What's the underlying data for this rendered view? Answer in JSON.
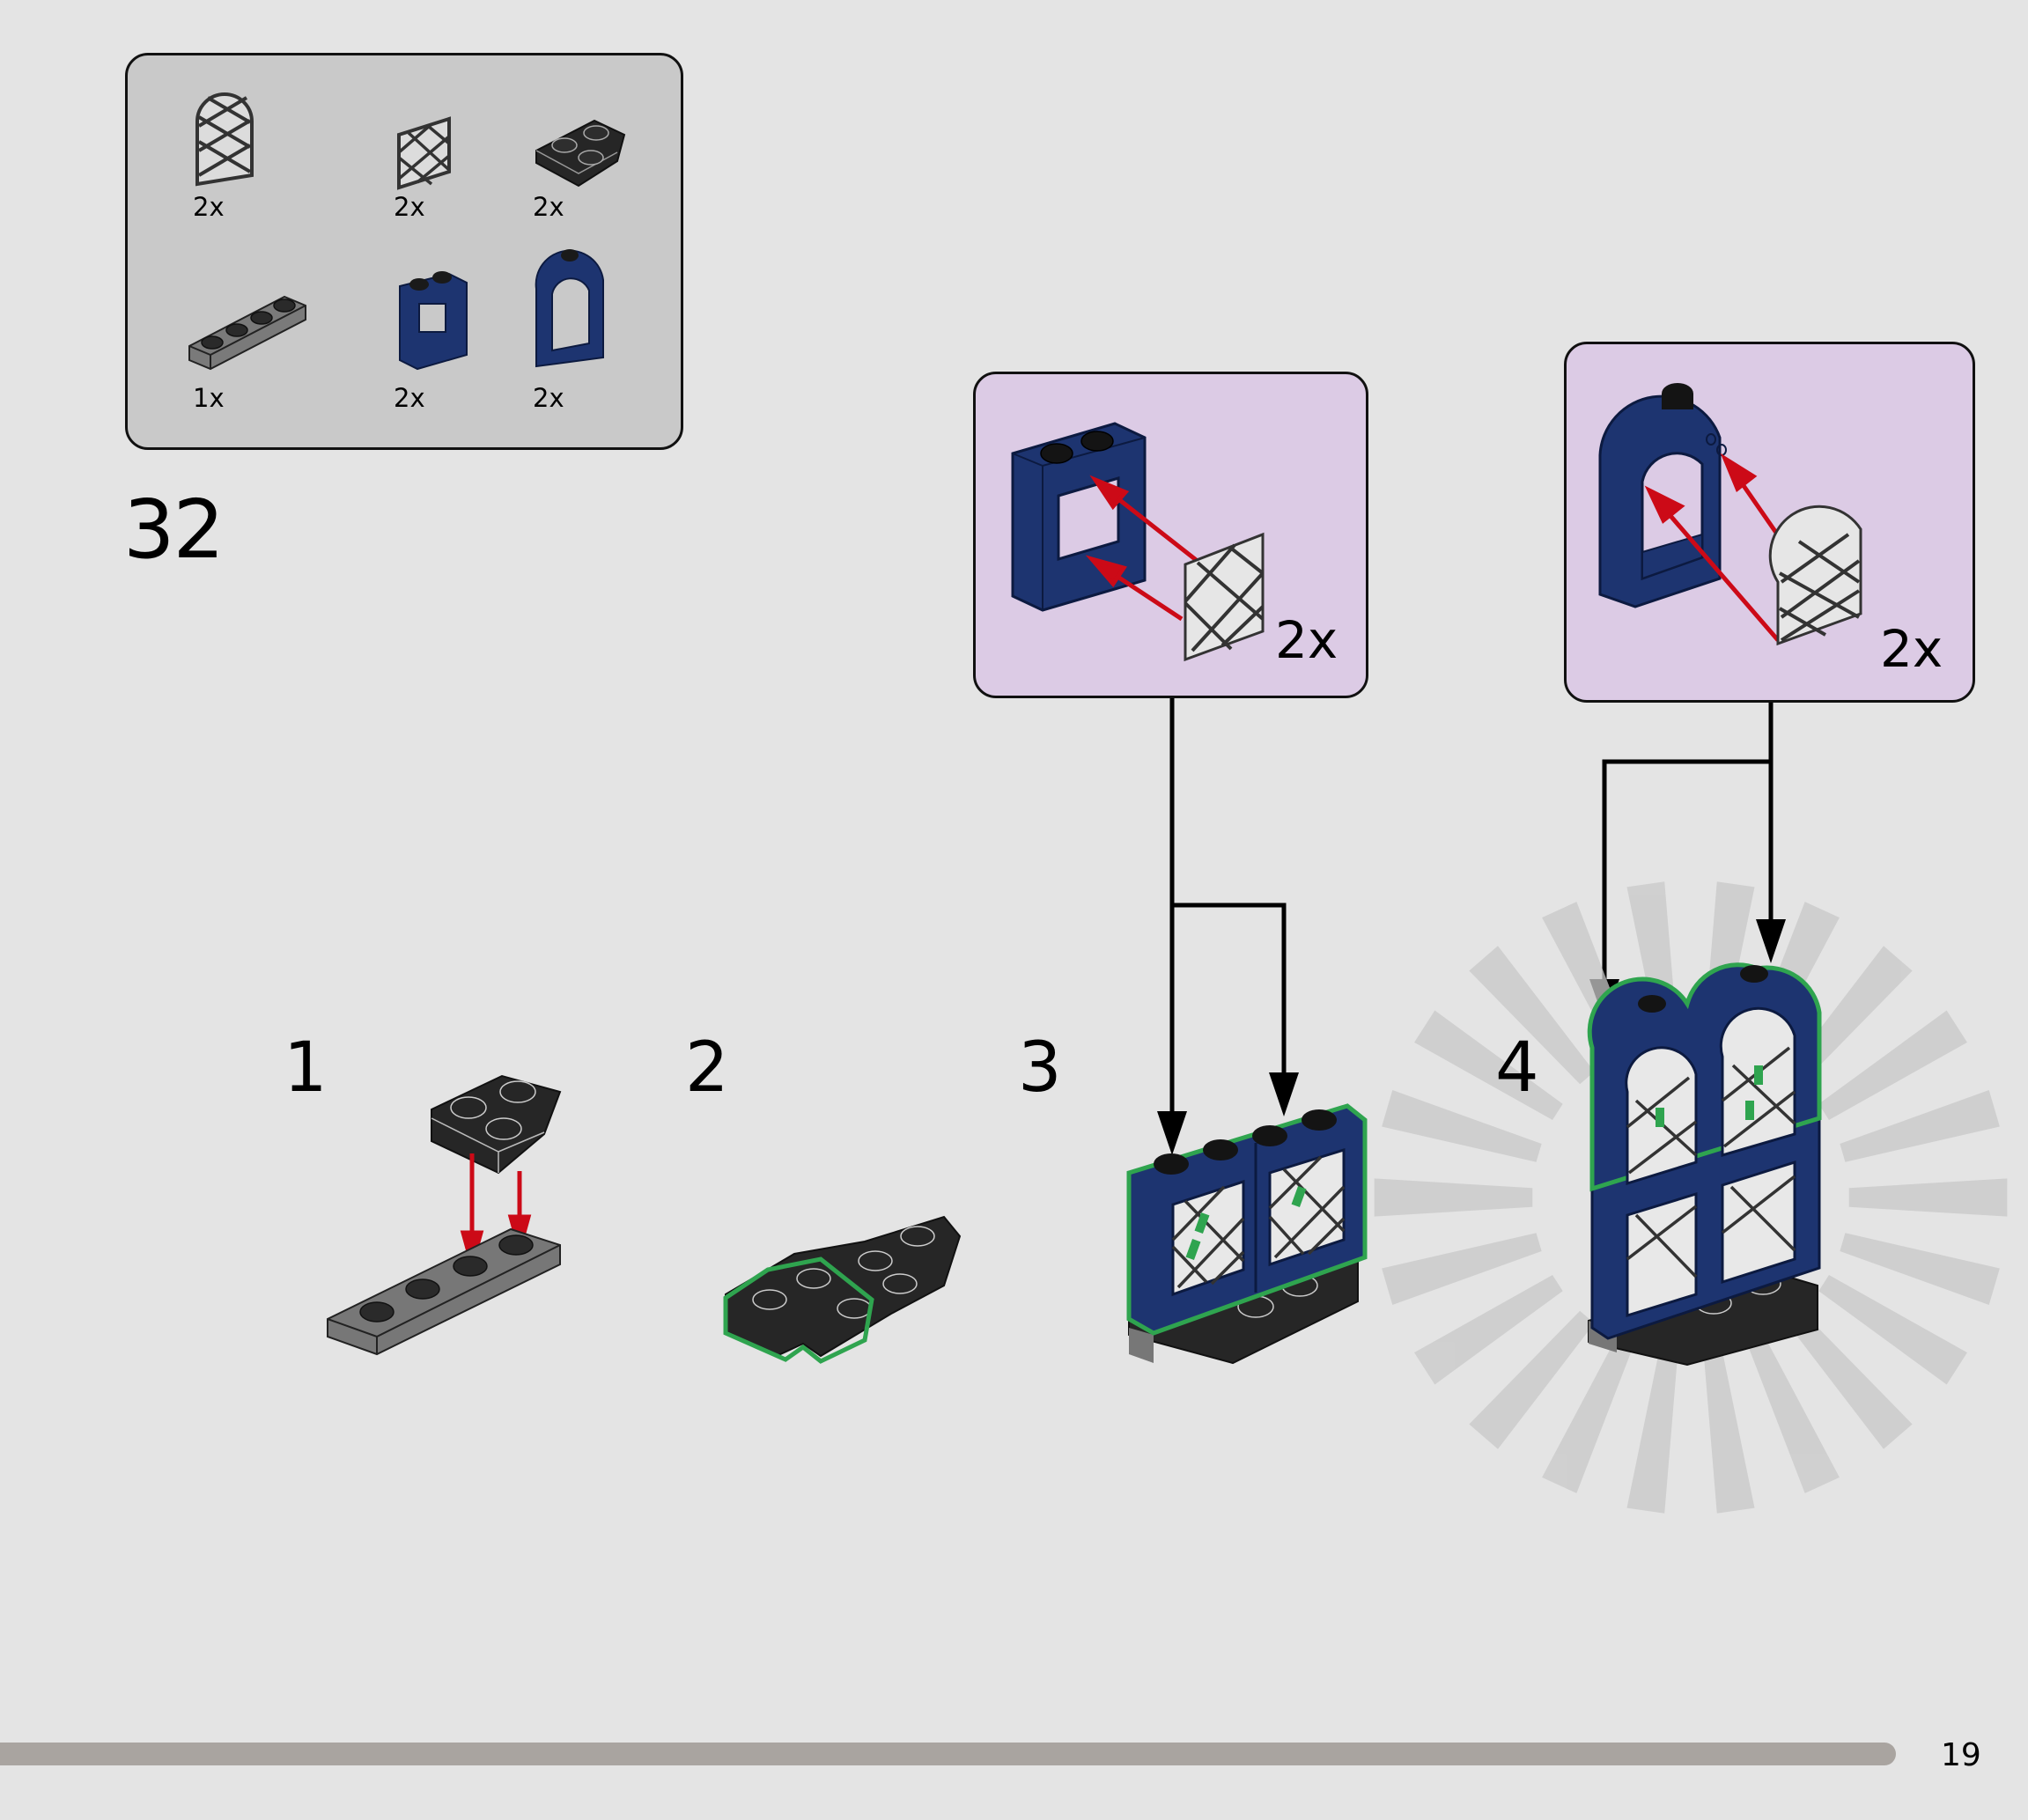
{
  "page": {
    "step_number": "32",
    "page_number": "19",
    "progress_fraction": 0.935
  },
  "parts_list": {
    "items": [
      {
        "name": "arched window lattice (trans-clear)",
        "icon": "arched-lattice-icon",
        "qty": "2x"
      },
      {
        "name": "square window lattice 1x2x2",
        "icon": "square-lattice-icon",
        "qty": "2x"
      },
      {
        "name": "wedge plate 2x2 (black)",
        "icon": "wedge-plate-icon",
        "qty": "2x"
      },
      {
        "name": "plate 1x4 (dark gray)",
        "icon": "plate-1x4-icon",
        "qty": "1x"
      },
      {
        "name": "window frame 1x2x2 (dark blue)",
        "icon": "window-frame-icon",
        "qty": "2x"
      },
      {
        "name": "arched window frame 1x2x2 2/3 (dark blue)",
        "icon": "arched-frame-icon",
        "qty": "2x"
      }
    ]
  },
  "sub_assemblies": [
    {
      "label": "lattice into window frame",
      "qty": "2x"
    },
    {
      "label": "arched lattice into arched frame",
      "qty": "2x"
    }
  ],
  "sub_steps": [
    {
      "number": "1",
      "description": "Attach wedge plate onto 1x4 plate"
    },
    {
      "number": "2",
      "description": "Add second wedge plate"
    },
    {
      "number": "3",
      "description": "Attach two window frame sub-assemblies"
    },
    {
      "number": "4",
      "description": "Attach two arched window sub-assemblies"
    }
  ],
  "colors": {
    "page_bg": "#e4e4e4",
    "parts_box_bg": "#c9c9c9",
    "sub_step_bg": "#dccbe5",
    "brick_blue": "#1d3470",
    "brick_black": "#262626",
    "plate_gray": "#6e6e6e",
    "highlight_green": "#2fa44f",
    "arrow_red": "#cc0a17",
    "progress_bar": "#a9a4a0"
  }
}
